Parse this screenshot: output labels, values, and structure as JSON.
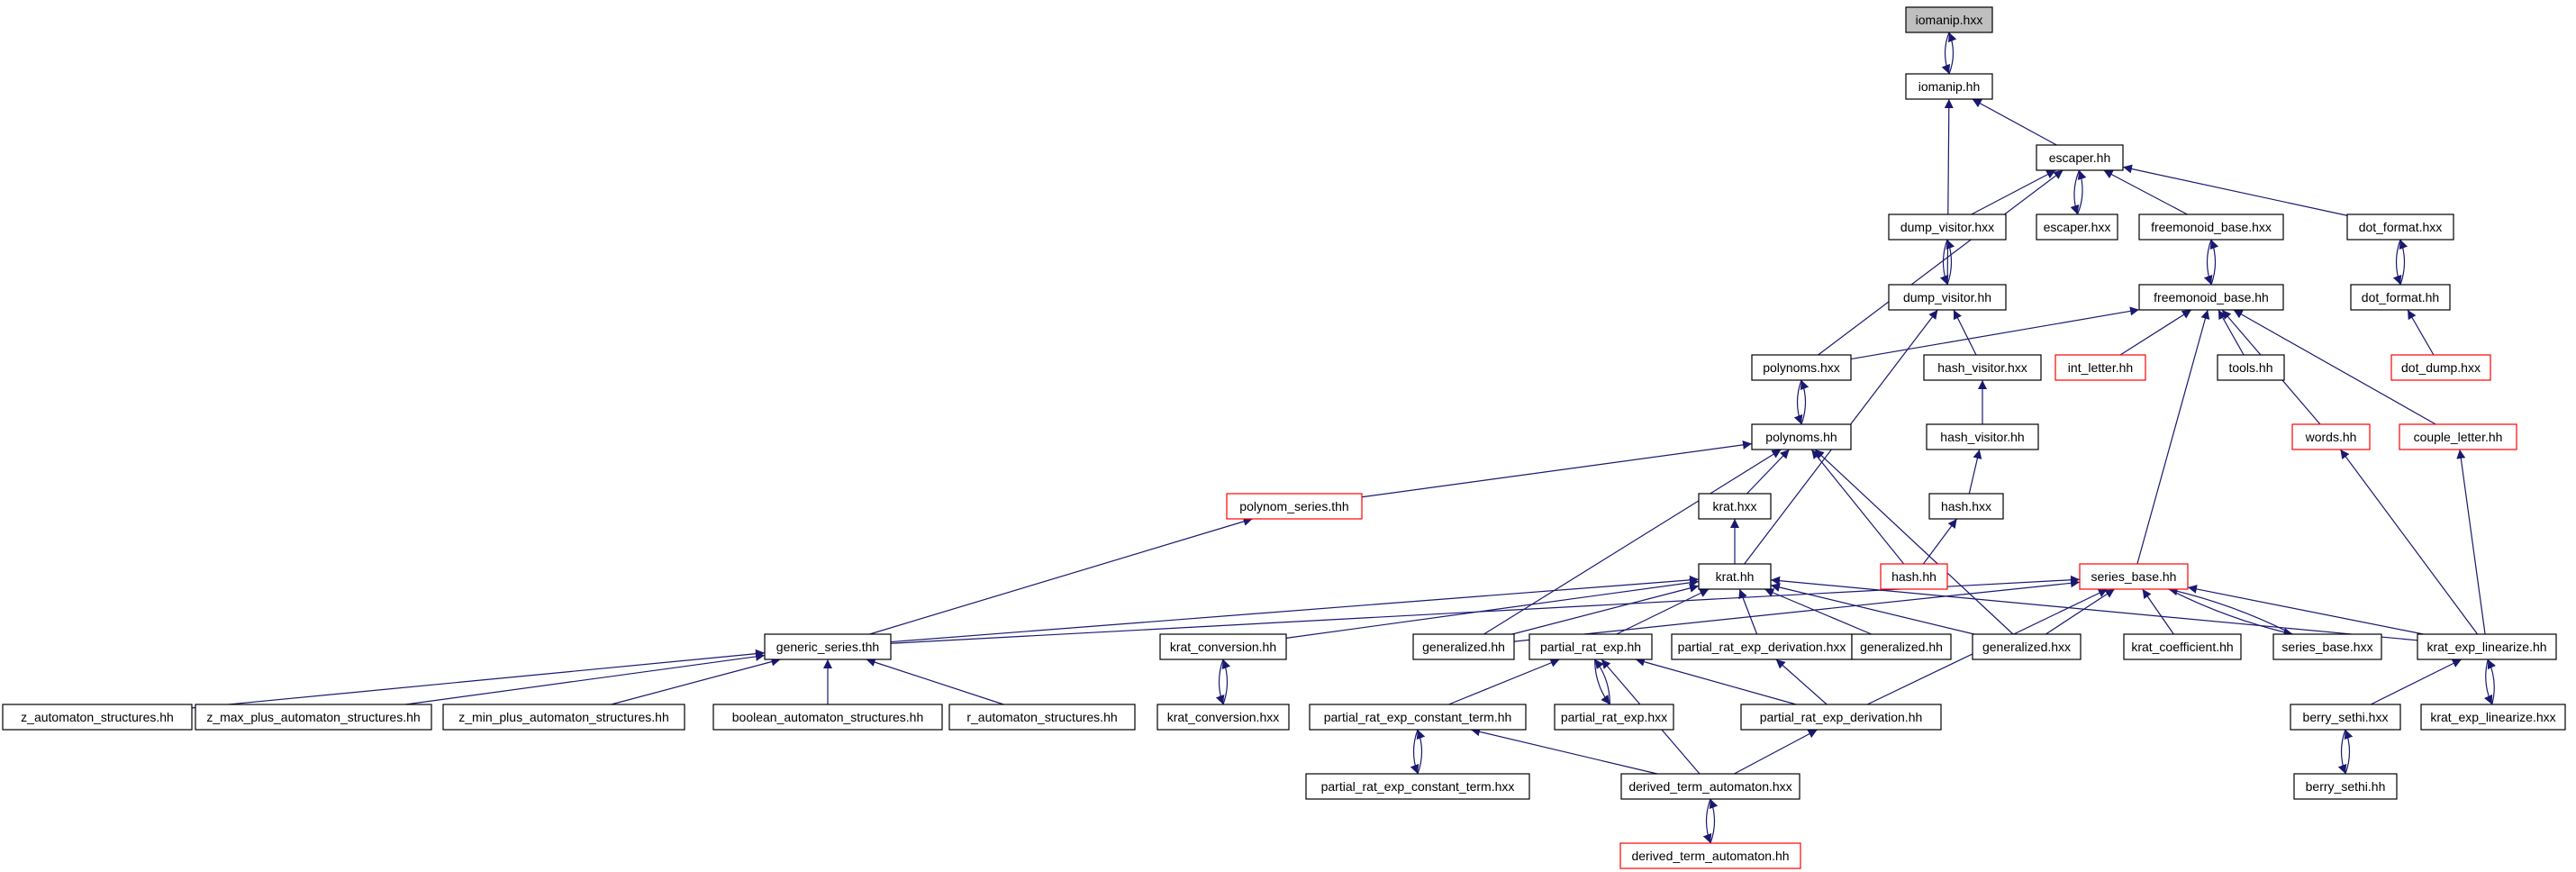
{
  "colors": {
    "edge": "#191970",
    "node_border": "#000000",
    "node_border_highlight": "#ff0000",
    "node_fill": "#ffffff",
    "node_fill_root": "#bfbfbf"
  },
  "nodes": [
    {
      "id": "iomanip_hxx",
      "label": "iomanip.hxx",
      "style": "root"
    },
    {
      "id": "iomanip_hh",
      "label": "iomanip.hh",
      "style": "normal"
    },
    {
      "id": "escaper_hh",
      "label": "escaper.hh",
      "style": "normal"
    },
    {
      "id": "dump_visitor_hxx",
      "label": "dump_visitor.hxx",
      "style": "normal"
    },
    {
      "id": "escaper_hxx",
      "label": "escaper.hxx",
      "style": "normal"
    },
    {
      "id": "freemonoid_base_hxx",
      "label": "freemonoid_base.hxx",
      "style": "normal"
    },
    {
      "id": "dot_format_hxx",
      "label": "dot_format.hxx",
      "style": "normal"
    },
    {
      "id": "dump_visitor_hh",
      "label": "dump_visitor.hh",
      "style": "normal"
    },
    {
      "id": "freemonoid_base_hh",
      "label": "freemonoid_base.hh",
      "style": "normal"
    },
    {
      "id": "dot_format_hh",
      "label": "dot_format.hh",
      "style": "normal"
    },
    {
      "id": "polynoms_hxx",
      "label": "polynoms.hxx",
      "style": "normal"
    },
    {
      "id": "hash_visitor_hxx",
      "label": "hash_visitor.hxx",
      "style": "normal"
    },
    {
      "id": "int_letter_hh",
      "label": "int_letter.hh",
      "style": "red"
    },
    {
      "id": "tools_hh",
      "label": "tools.hh",
      "style": "normal"
    },
    {
      "id": "dot_dump_hxx",
      "label": "dot_dump.hxx",
      "style": "red"
    },
    {
      "id": "polynoms_hh",
      "label": "polynoms.hh",
      "style": "normal"
    },
    {
      "id": "hash_visitor_hh",
      "label": "hash_visitor.hh",
      "style": "normal"
    },
    {
      "id": "words_hh",
      "label": "words.hh",
      "style": "red"
    },
    {
      "id": "couple_letter_hh",
      "label": "couple_letter.hh",
      "style": "red"
    },
    {
      "id": "polynom_series_thh",
      "label": "polynom_series.thh",
      "style": "red"
    },
    {
      "id": "krat_hxx",
      "label": "krat.hxx",
      "style": "normal"
    },
    {
      "id": "hash_hxx",
      "label": "hash.hxx",
      "style": "normal"
    },
    {
      "id": "krat_hh",
      "label": "krat.hh",
      "style": "normal"
    },
    {
      "id": "hash_hh",
      "label": "hash.hh",
      "style": "red"
    },
    {
      "id": "series_base_hh",
      "label": "series_base.hh",
      "style": "red"
    },
    {
      "id": "generic_series_thh",
      "label": "generic_series.thh",
      "style": "normal"
    },
    {
      "id": "krat_conversion_hh",
      "label": "krat_conversion.hh",
      "style": "normal"
    },
    {
      "id": "generalized_hh_1",
      "label": "generalized.hh",
      "style": "normal"
    },
    {
      "id": "partial_rat_exp_hh",
      "label": "partial_rat_exp.hh",
      "style": "normal"
    },
    {
      "id": "partial_rat_exp_derivation_hxx",
      "label": "partial_rat_exp_derivation.hxx",
      "style": "normal"
    },
    {
      "id": "generalized_hh_2",
      "label": "generalized.hh",
      "style": "normal"
    },
    {
      "id": "generalized_hxx",
      "label": "generalized.hxx",
      "style": "normal"
    },
    {
      "id": "krat_coefficient_hh",
      "label": "krat_coefficient.hh",
      "style": "normal"
    },
    {
      "id": "series_base_hxx",
      "label": "series_base.hxx",
      "style": "normal"
    },
    {
      "id": "krat_exp_linearize_hh",
      "label": "krat_exp_linearize.hh",
      "style": "normal"
    },
    {
      "id": "z_automaton_structures_hh",
      "label": "z_automaton_structures.hh",
      "style": "normal"
    },
    {
      "id": "z_max_plus_automaton_structures_hh",
      "label": "z_max_plus_automaton_structures.hh",
      "style": "normal"
    },
    {
      "id": "z_min_plus_automaton_structures_hh",
      "label": "z_min_plus_automaton_structures.hh",
      "style": "normal"
    },
    {
      "id": "boolean_automaton_structures_hh",
      "label": "boolean_automaton_structures.hh",
      "style": "normal"
    },
    {
      "id": "r_automaton_structures_hh",
      "label": "r_automaton_structures.hh",
      "style": "normal"
    },
    {
      "id": "krat_conversion_hxx",
      "label": "krat_conversion.hxx",
      "style": "normal"
    },
    {
      "id": "partial_rat_exp_constant_term_hh",
      "label": "partial_rat_exp_constant_term.hh",
      "style": "normal"
    },
    {
      "id": "partial_rat_exp_hxx",
      "label": "partial_rat_exp.hxx",
      "style": "normal"
    },
    {
      "id": "partial_rat_exp_derivation_hh",
      "label": "partial_rat_exp_derivation.hh",
      "style": "normal"
    },
    {
      "id": "berry_sethi_hxx",
      "label": "berry_sethi.hxx",
      "style": "normal"
    },
    {
      "id": "krat_exp_linearize_hxx",
      "label": "krat_exp_linearize.hxx",
      "style": "normal"
    },
    {
      "id": "partial_rat_exp_constant_term_hxx",
      "label": "partial_rat_exp_constant_term.hxx",
      "style": "normal"
    },
    {
      "id": "derived_term_automaton_hxx",
      "label": "derived_term_automaton.hxx",
      "style": "normal"
    },
    {
      "id": "berry_sethi_hh",
      "label": "berry_sethi.hh",
      "style": "normal"
    },
    {
      "id": "derived_term_automaton_hh",
      "label": "derived_term_automaton.hh",
      "style": "red"
    }
  ],
  "edges": [
    [
      "iomanip_hxx",
      "iomanip_hh"
    ],
    [
      "iomanip_hh",
      "iomanip_hxx"
    ],
    [
      "escaper_hh",
      "iomanip_hh"
    ],
    [
      "dump_visitor_hh",
      "iomanip_hh"
    ],
    [
      "dump_visitor_hxx",
      "escaper_hh"
    ],
    [
      "escaper_hxx",
      "escaper_hh"
    ],
    [
      "escaper_hh",
      "escaper_hxx"
    ],
    [
      "freemonoid_base_hxx",
      "escaper_hh"
    ],
    [
      "dot_format_hxx",
      "escaper_hh"
    ],
    [
      "polynoms_hxx",
      "escaper_hh"
    ],
    [
      "dump_visitor_hxx",
      "dump_visitor_hh"
    ],
    [
      "dump_visitor_hh",
      "dump_visitor_hxx"
    ],
    [
      "freemonoid_base_hxx",
      "freemonoid_base_hh"
    ],
    [
      "freemonoid_base_hh",
      "freemonoid_base_hxx"
    ],
    [
      "dot_format_hxx",
      "dot_format_hh"
    ],
    [
      "dot_format_hh",
      "dot_format_hxx"
    ],
    [
      "dot_dump_hxx",
      "dot_format_hh"
    ],
    [
      "polynoms_hxx",
      "freemonoid_base_hh"
    ],
    [
      "int_letter_hh",
      "freemonoid_base_hh"
    ],
    [
      "tools_hh",
      "freemonoid_base_hh"
    ],
    [
      "words_hh",
      "freemonoid_base_hh"
    ],
    [
      "couple_letter_hh",
      "freemonoid_base_hh"
    ],
    [
      "series_base_hh",
      "freemonoid_base_hh"
    ],
    [
      "hash_visitor_hxx",
      "dump_visitor_hh"
    ],
    [
      "krat_hh",
      "dump_visitor_hh"
    ],
    [
      "polynoms_hxx",
      "polynoms_hh"
    ],
    [
      "polynoms_hh",
      "polynoms_hxx"
    ],
    [
      "hash_visitor_hh",
      "hash_visitor_hxx"
    ],
    [
      "hash_hxx",
      "hash_visitor_hh"
    ],
    [
      "hash_hh",
      "hash_hxx"
    ],
    [
      "polynom_series_thh",
      "polynoms_hh"
    ],
    [
      "krat_hxx",
      "polynoms_hh"
    ],
    [
      "hash_hh",
      "polynoms_hh"
    ],
    [
      "generalized_hh_1",
      "polynoms_hh"
    ],
    [
      "generalized_hxx",
      "polynoms_hh"
    ],
    [
      "generic_series_thh",
      "polynom_series_thh"
    ],
    [
      "krat_hh",
      "krat_hxx"
    ],
    [
      "generic_series_thh",
      "krat_hh"
    ],
    [
      "krat_conversion_hh",
      "krat_hh"
    ],
    [
      "generalized_hh_1",
      "krat_hh"
    ],
    [
      "partial_rat_exp_hh",
      "krat_hh"
    ],
    [
      "partial_rat_exp_derivation_hxx",
      "krat_hh"
    ],
    [
      "generalized_hh_2",
      "krat_hh"
    ],
    [
      "generalized_hxx",
      "krat_hh"
    ],
    [
      "krat_exp_linearize_hh",
      "krat_hh"
    ],
    [
      "generic_series_thh",
      "series_base_hh"
    ],
    [
      "generalized_hh_1",
      "series_base_hh"
    ],
    [
      "generalized_hxx",
      "series_base_hh"
    ],
    [
      "krat_coefficient_hh",
      "series_base_hh"
    ],
    [
      "series_base_hxx",
      "series_base_hh"
    ],
    [
      "series_base_hh",
      "series_base_hxx"
    ],
    [
      "krat_exp_linearize_hh",
      "series_base_hh"
    ],
    [
      "partial_rat_exp_derivation_hh",
      "series_base_hh"
    ],
    [
      "krat_exp_linearize_hh",
      "words_hh"
    ],
    [
      "krat_exp_linearize_hh",
      "couple_letter_hh"
    ],
    [
      "z_automaton_structures_hh",
      "generic_series_thh"
    ],
    [
      "z_max_plus_automaton_structures_hh",
      "generic_series_thh"
    ],
    [
      "z_min_plus_automaton_structures_hh",
      "generic_series_thh"
    ],
    [
      "boolean_automaton_structures_hh",
      "generic_series_thh"
    ],
    [
      "r_automaton_structures_hh",
      "generic_series_thh"
    ],
    [
      "krat_conversion_hxx",
      "krat_conversion_hh"
    ],
    [
      "krat_conversion_hh",
      "krat_conversion_hxx"
    ],
    [
      "partial_rat_exp_constant_term_hh",
      "partial_rat_exp_hh"
    ],
    [
      "partial_rat_exp_hxx",
      "partial_rat_exp_hh"
    ],
    [
      "partial_rat_exp_hh",
      "partial_rat_exp_hxx"
    ],
    [
      "partial_rat_exp_derivation_hh",
      "partial_rat_exp_hh"
    ],
    [
      "derived_term_automaton_hxx",
      "partial_rat_exp_hh"
    ],
    [
      "partial_rat_exp_derivation_hh",
      "partial_rat_exp_derivation_hxx"
    ],
    [
      "partial_rat_exp_constant_term_hxx",
      "partial_rat_exp_constant_term_hh"
    ],
    [
      "partial_rat_exp_constant_term_hh",
      "partial_rat_exp_constant_term_hxx"
    ],
    [
      "derived_term_automaton_hxx",
      "partial_rat_exp_constant_term_hh"
    ],
    [
      "derived_term_automaton_hxx",
      "partial_rat_exp_derivation_hh"
    ],
    [
      "derived_term_automaton_hh",
      "derived_term_automaton_hxx"
    ],
    [
      "derived_term_automaton_hxx",
      "derived_term_automaton_hh"
    ],
    [
      "berry_sethi_hxx",
      "krat_exp_linearize_hh"
    ],
    [
      "krat_exp_linearize_hxx",
      "krat_exp_linearize_hh"
    ],
    [
      "krat_exp_linearize_hh",
      "krat_exp_linearize_hxx"
    ],
    [
      "berry_sethi_hh",
      "berry_sethi_hxx"
    ],
    [
      "berry_sethi_hxx",
      "berry_sethi_hh"
    ]
  ]
}
